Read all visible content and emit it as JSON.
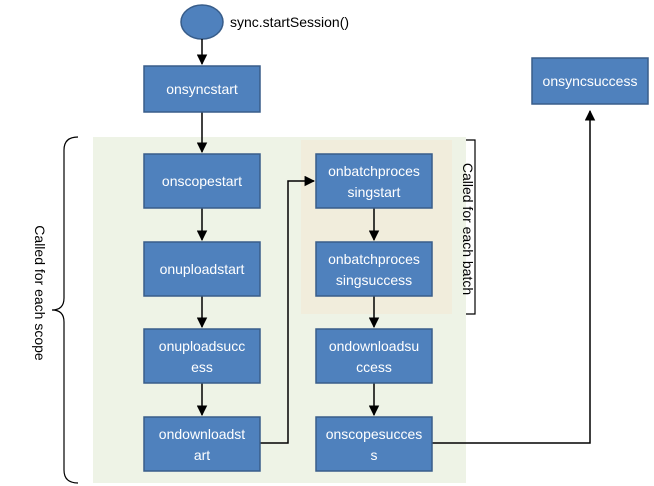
{
  "diagram": {
    "start": {
      "label": "sync.startSession()"
    },
    "nodes": [
      {
        "id": "onsyncstart",
        "lines": [
          "onsyncstart"
        ]
      },
      {
        "id": "onscopestart",
        "lines": [
          "onscopestart"
        ]
      },
      {
        "id": "onuploadstart",
        "lines": [
          "onuploadstart"
        ]
      },
      {
        "id": "onuploadsuccess",
        "lines": [
          "onuploadsucc",
          "ess"
        ]
      },
      {
        "id": "ondownloadstart",
        "lines": [
          "ondownloadst",
          "art"
        ]
      },
      {
        "id": "onbatchprocessingstart",
        "lines": [
          "onbatchproces",
          "singstart"
        ]
      },
      {
        "id": "onbatchprocessingsuccess",
        "lines": [
          "onbatchproces",
          "singsuccess"
        ]
      },
      {
        "id": "ondownloadsuccess",
        "lines": [
          "ondownloadsu",
          "ccess"
        ]
      },
      {
        "id": "onscopesuccess",
        "lines": [
          "onscopesucces",
          "s"
        ]
      },
      {
        "id": "onsyncsuccess",
        "lines": [
          "onsyncsuccess"
        ]
      }
    ],
    "annotations": {
      "each_scope": "Called for each scope",
      "each_batch": "Called for each batch"
    },
    "colors": {
      "box_fill": "#4F81BD",
      "box_stroke": "#385D8A",
      "scope_region": "#EEF3E6",
      "batch_region": "#F1EDDC",
      "arrow": "#000000"
    }
  }
}
